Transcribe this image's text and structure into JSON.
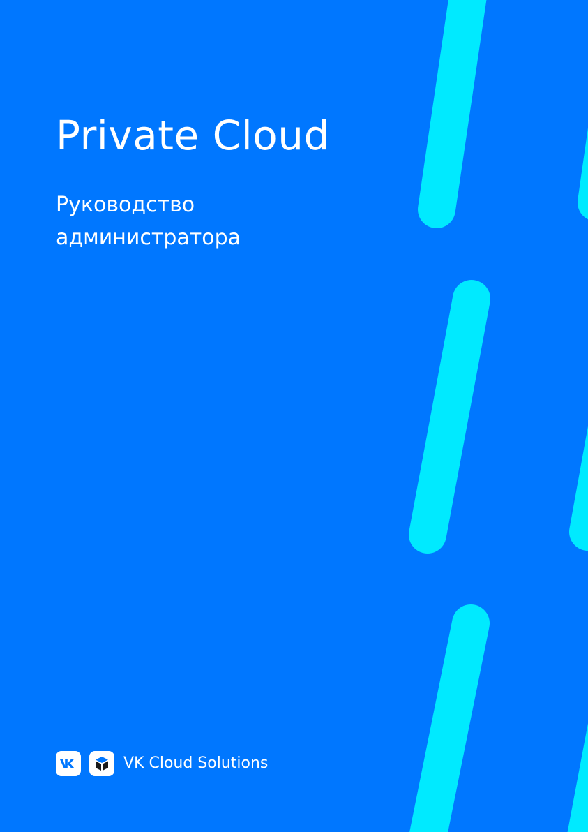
{
  "document": {
    "title": "Private Cloud",
    "subtitle_lines": [
      "Руководство",
      "администратора"
    ]
  },
  "footer": {
    "brand_name": "VK Cloud Solutions",
    "logos": [
      "vk-logo-icon",
      "cloud-solutions-cube-icon"
    ]
  },
  "colors": {
    "background": "#0077ff",
    "stripes": "#00eaff",
    "text": "#ffffff"
  }
}
